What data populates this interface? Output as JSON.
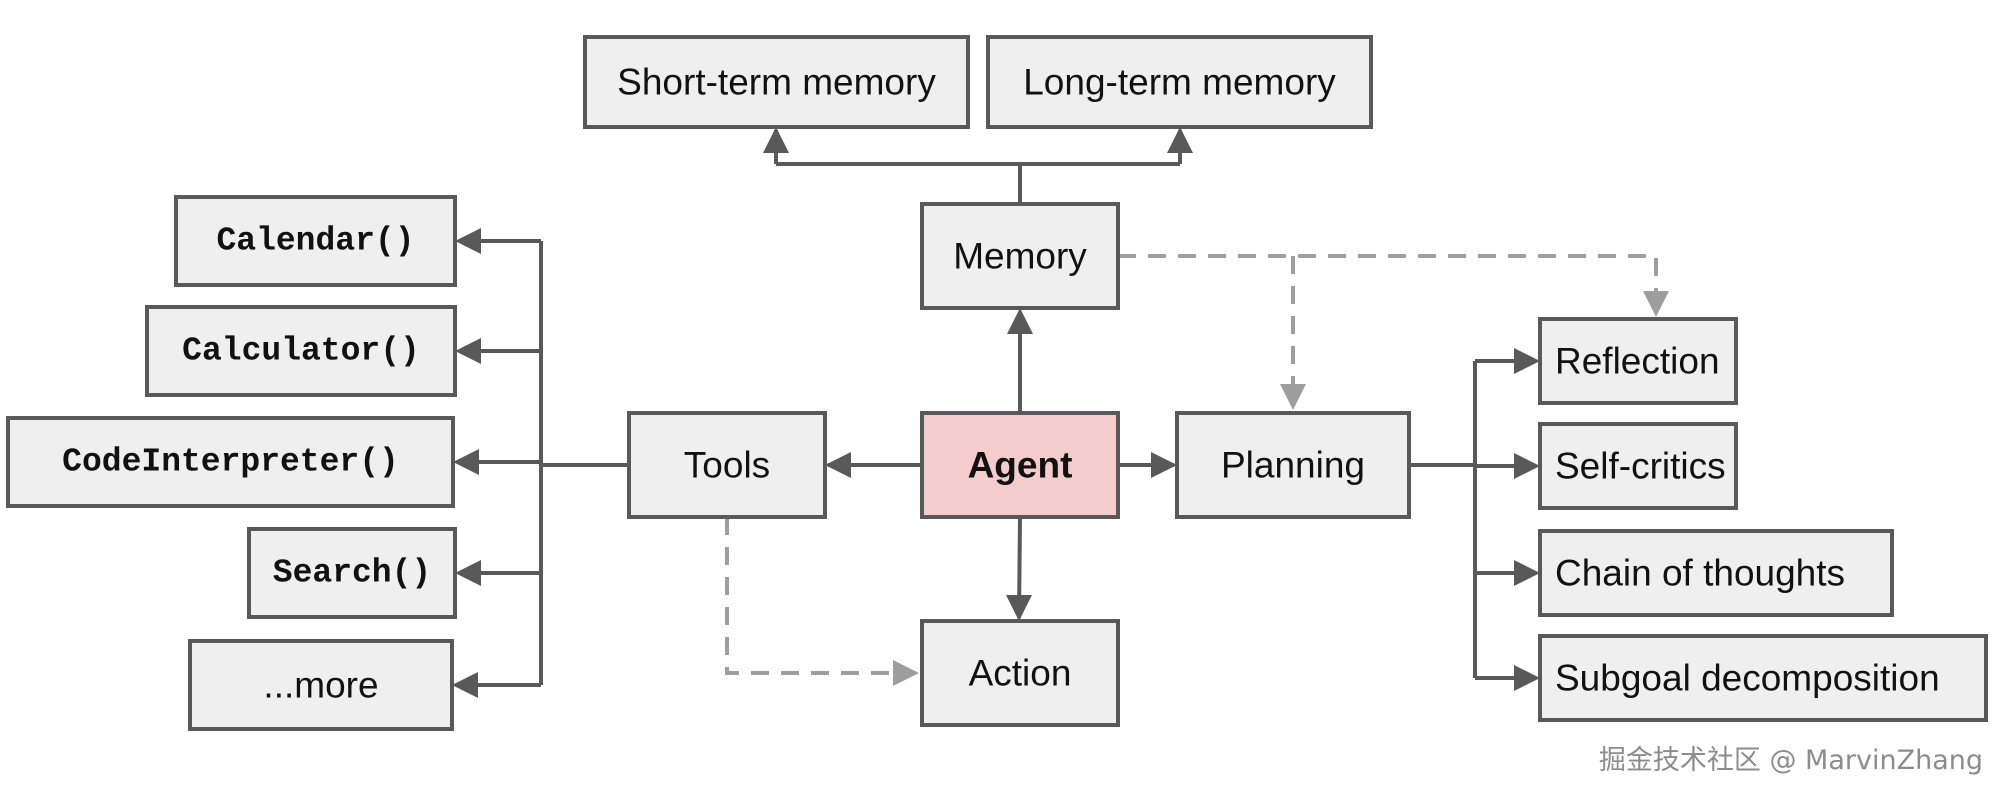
{
  "nodes": {
    "short_term_memory": "Short-term memory",
    "long_term_memory": "Long-term memory",
    "memory": "Memory",
    "agent": "Agent",
    "tools": "Tools",
    "planning": "Planning",
    "action": "Action",
    "calendar": "Calendar()",
    "calculator": "Calculator()",
    "code_interpreter": "CodeInterpreter()",
    "search": "Search()",
    "more": "...more",
    "reflection": "Reflection",
    "self_critics": "Self-critics",
    "chain_of_thoughts": "Chain of thoughts",
    "subgoal_decomposition": "Subgoal decomposition"
  },
  "watermark": "掘金技术社区 @ MarvinZhang",
  "colors": {
    "node_fill": "#efefef",
    "agent_fill": "#f4cccc",
    "stroke": "#595959",
    "dashed_stroke": "#9e9e9e"
  }
}
